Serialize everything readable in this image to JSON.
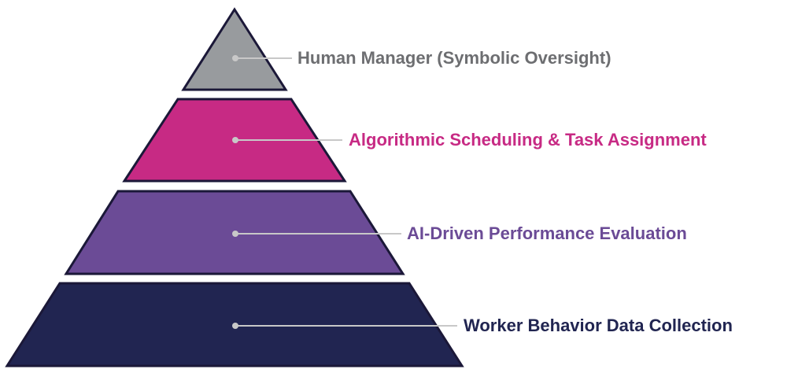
{
  "tiers": [
    {
      "label": "Human Manager (Symbolic Oversight)",
      "fill": "#989b9e",
      "text_color": "#6d6e71"
    },
    {
      "label": "Algorithmic Scheduling & Task Assignment",
      "fill": "#c72a84",
      "text_color": "#c72a84"
    },
    {
      "label": "AI-Driven Performance Evaluation",
      "fill": "#6b4b96",
      "text_color": "#6b4b96"
    },
    {
      "label": "Worker Behavior Data Collection",
      "fill": "#212551",
      "text_color": "#212551"
    }
  ],
  "stroke": "#1b1838",
  "connector_color": "#c8c8c8"
}
